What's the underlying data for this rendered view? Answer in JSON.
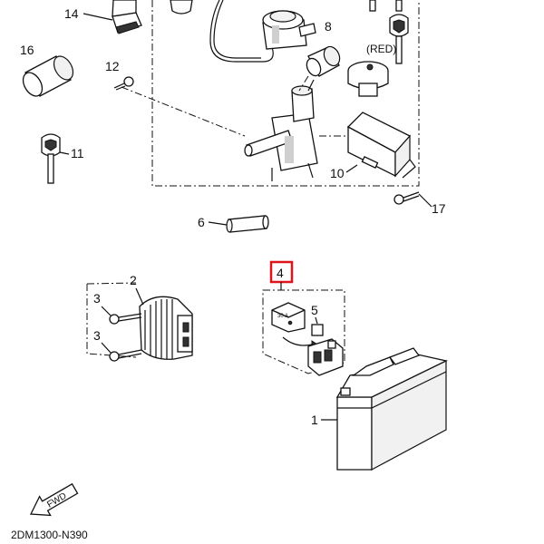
{
  "callouts": {
    "c1": "1",
    "c2": "2",
    "c3a": "3",
    "c3b": "3",
    "c4": "4",
    "c5": "5",
    "c6": "6",
    "c8": "8",
    "c10": "10",
    "c11": "11",
    "c12": "12",
    "c14": "14",
    "c16": "16",
    "c17": "17"
  },
  "labels": {
    "red_key": "(RED)",
    "fuse_rating": "30 A",
    "fwd_arrow": "FWD",
    "diagram_code": "2DM1300-N390"
  },
  "colors": {
    "highlight": "#e0151b",
    "ink": "#111111"
  },
  "highlighted_callout": "4"
}
